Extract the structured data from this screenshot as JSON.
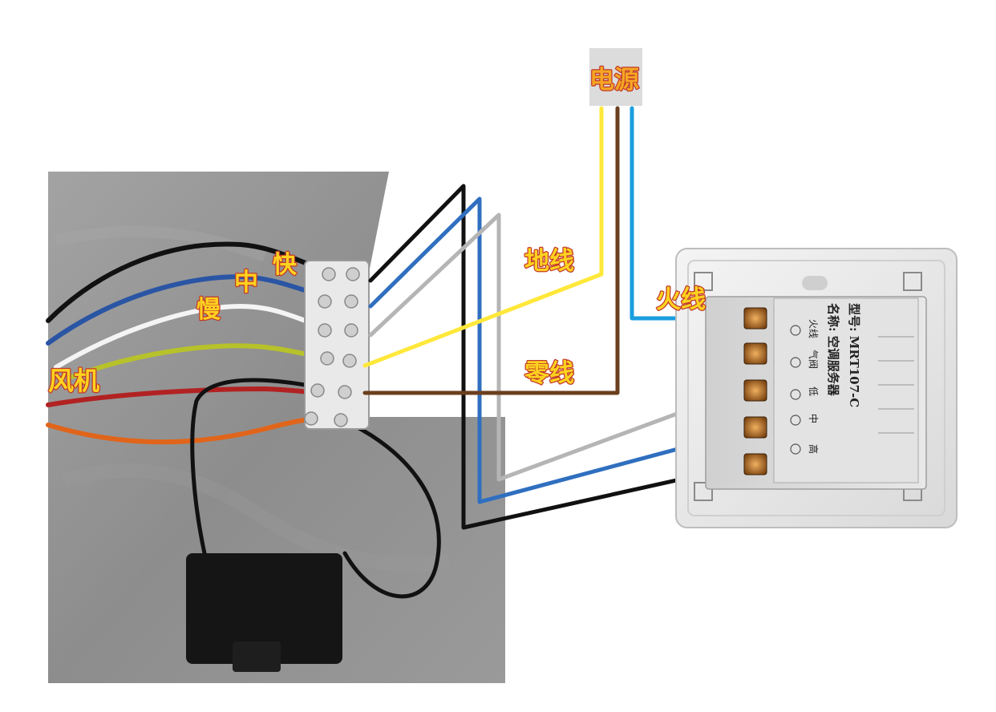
{
  "labels": {
    "power": "电源",
    "ground": "地线",
    "neutral": "零线",
    "live": "火线",
    "fan": "风机",
    "fast": "快",
    "medium": "中",
    "slow": "慢"
  },
  "switch_panel": {
    "model_line": "型号: MRT107-C",
    "name_line": "名称: 空调服务器",
    "terminals": [
      "火线",
      "气阀",
      "低",
      "中",
      "高"
    ]
  },
  "colors": {
    "power_label": "#f5a623",
    "annotation_label": "#ffd21f",
    "label_outline": "#c0392b",
    "wire_black": "#111111",
    "wire_blue": "#2f6fbf",
    "wire_gray": "#b5b5b5",
    "wire_yellow": "#ffe83a",
    "wire_brown": "#6b3f1f",
    "wire_live_blue": "#1a9ee0",
    "photo_bg": "#8e8e8e"
  }
}
